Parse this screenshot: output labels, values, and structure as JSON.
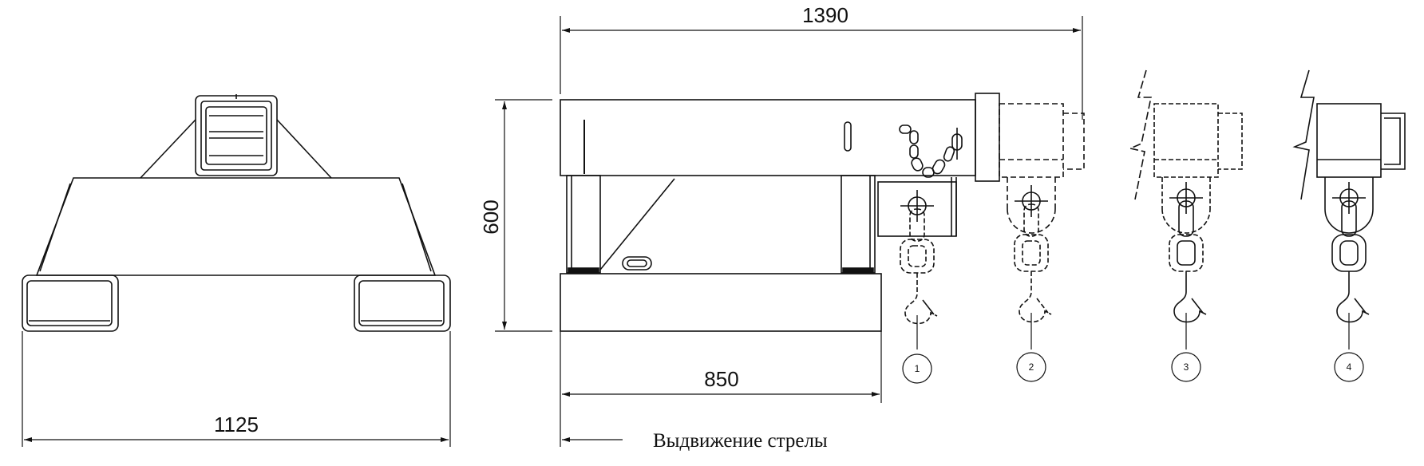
{
  "dimensions": {
    "width_front": "1125",
    "total_length": "1390",
    "height": "600",
    "base_length": "850"
  },
  "callouts": [
    "1",
    "2",
    "3",
    "4"
  ],
  "caption": "Выдвижение стрелы",
  "colors": {
    "line": "#111111",
    "background": "#ffffff"
  }
}
